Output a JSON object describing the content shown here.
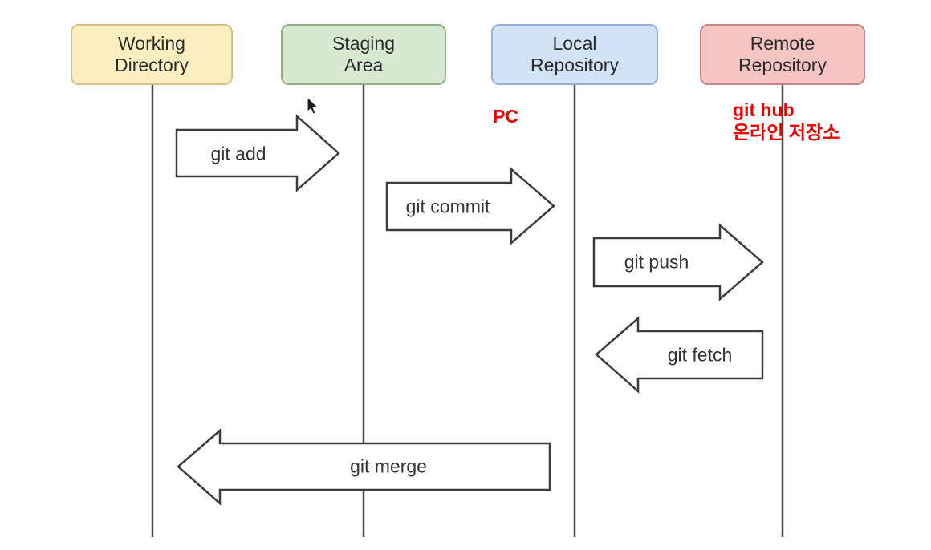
{
  "lanes": [
    {
      "label": "Working\nDirectory",
      "fill": "#fbefc1",
      "border": "#d8c386"
    },
    {
      "label": "Staging\nArea",
      "fill": "#d8e9d1",
      "border": "#8fae84"
    },
    {
      "label": "Local\nRepository",
      "fill": "#d2e3f7",
      "border": "#94b1d5"
    },
    {
      "label": "Remote\nRepository",
      "fill": "#f5c3c1",
      "border": "#c78584"
    }
  ],
  "arrows": [
    {
      "label": "git add",
      "direction": "right",
      "from": "Working Directory",
      "to": "Staging Area"
    },
    {
      "label": "git commit",
      "direction": "right",
      "from": "Staging Area",
      "to": "Local Repository"
    },
    {
      "label": "git push",
      "direction": "right",
      "from": "Local Repository",
      "to": "Remote Repository"
    },
    {
      "label": "git fetch",
      "direction": "left",
      "from": "Remote Repository",
      "to": "Local Repository"
    },
    {
      "label": "git merge",
      "direction": "left",
      "from": "Local Repository",
      "to": "Working Directory"
    }
  ],
  "annotations": {
    "color": "#ee0000",
    "pc": "PC",
    "remote_note": "git hub\n온라인 저장소"
  }
}
